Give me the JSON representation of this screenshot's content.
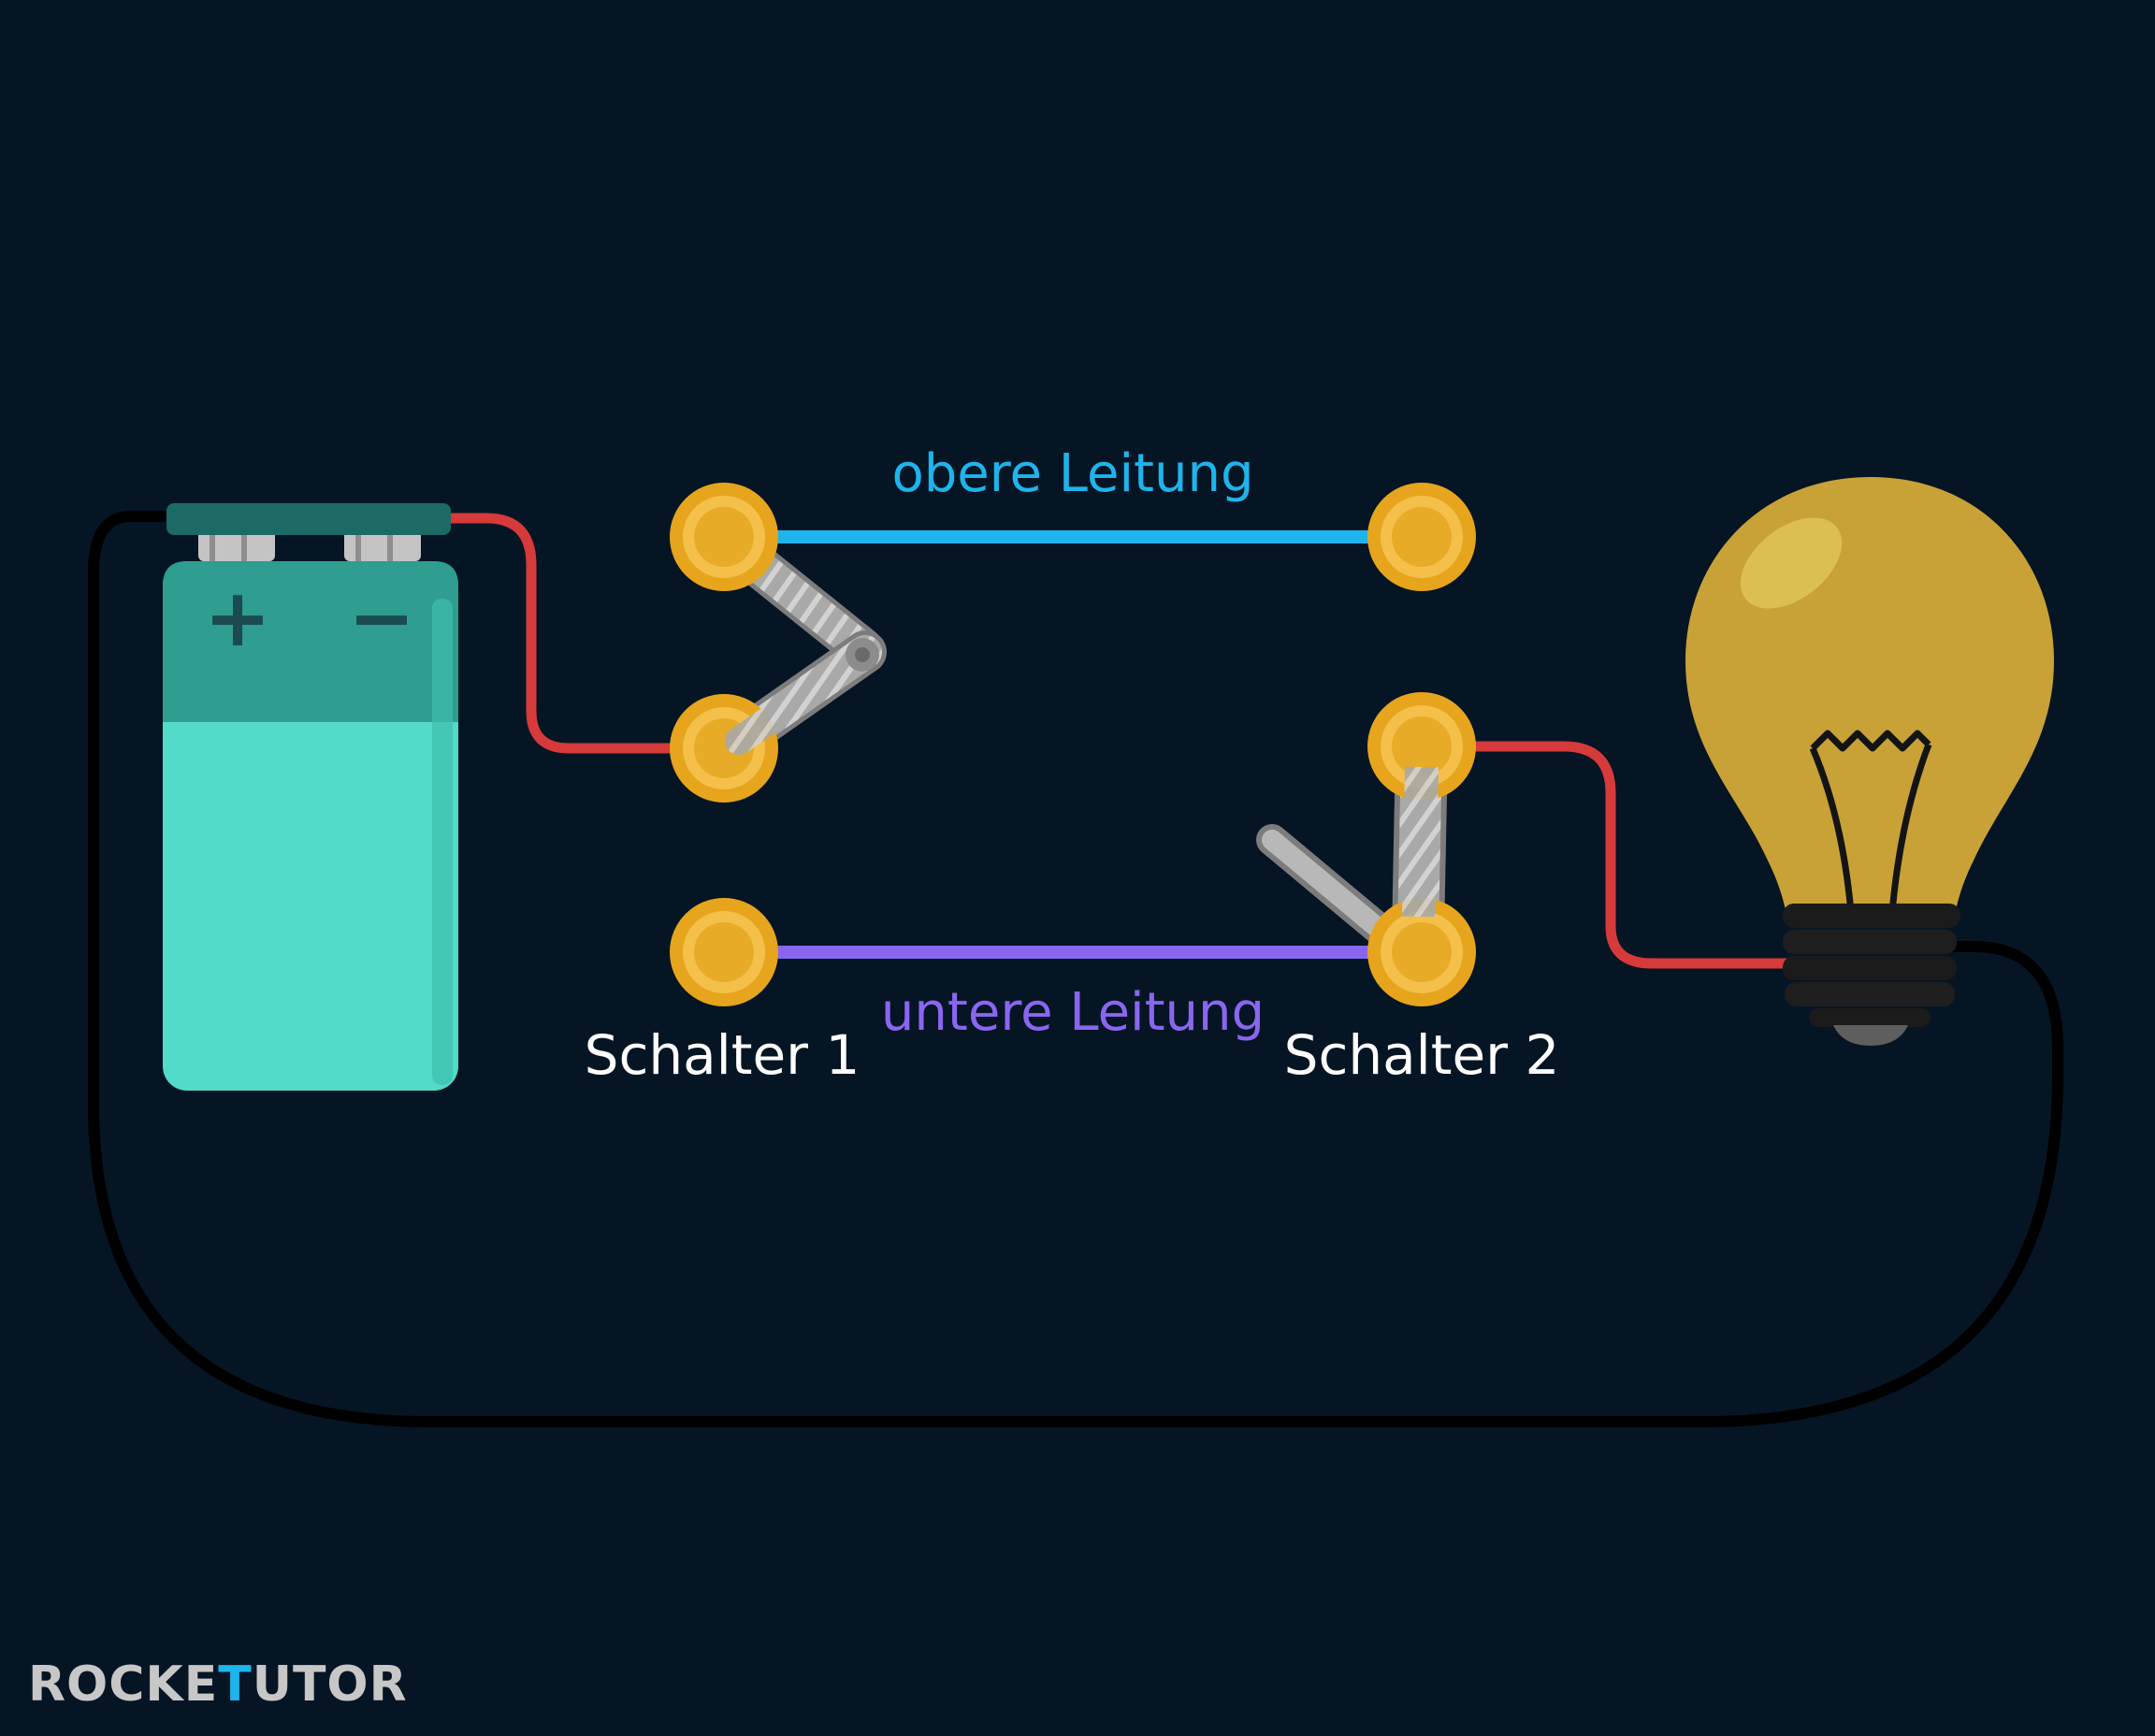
{
  "labels": {
    "upper_line": "obere Leitung",
    "lower_line": "untere Leitung",
    "switch1": "Schalter 1",
    "switch2": "Schalter 2"
  },
  "battery": {
    "plus": "+",
    "minus": "−"
  },
  "logo": {
    "text": "ROCKETUTOR"
  },
  "colors": {
    "background": "#061524",
    "upper_line": "#1eb4ec",
    "lower_line": "#8a66f0",
    "positive_wire": "#d63a3a",
    "return_wire": "#000000",
    "terminal": "#f2bd3e",
    "battery": "#52dbc9",
    "bulb": "#c8a236",
    "switch_lever": "#a8a8a8"
  },
  "icons": [
    "battery-icon",
    "switch-icon",
    "lightbulb-icon"
  ]
}
